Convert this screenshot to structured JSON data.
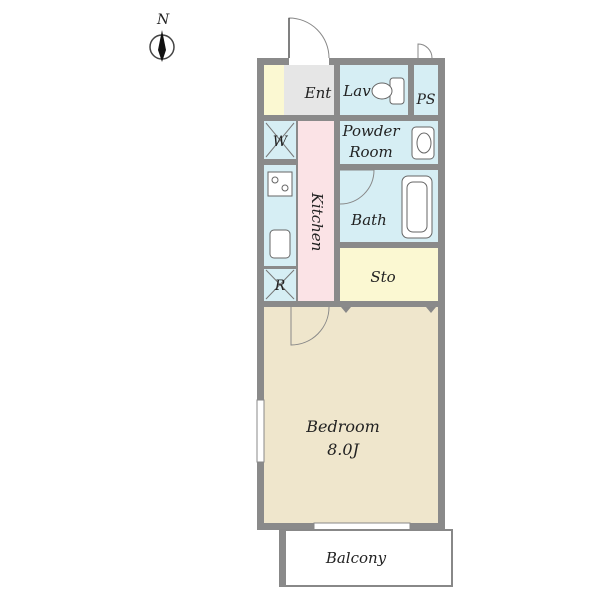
{
  "compass": {
    "north_label": "N"
  },
  "rooms": {
    "entrance": "Ent",
    "lavatory": "Lav",
    "pipe_space": "PS",
    "powder_room_line1": "Powder",
    "powder_room_line2": "Room",
    "washer": "W",
    "kitchen": "Kitchen",
    "bath": "Bath",
    "refrigerator": "R",
    "storage": "Sto",
    "bedroom": "Bedroom",
    "bedroom_size": "8.0J",
    "balcony": "Balcony"
  },
  "colors": {
    "wet_area": "#d6eef4",
    "kitchen": "#fbe3e6",
    "storage": "#fbf8d2",
    "bedroom": "#efe6cc",
    "entrance": "#e6e6e6",
    "shoe_box": "#fbf8d2",
    "wall": "#8a8a8a"
  }
}
